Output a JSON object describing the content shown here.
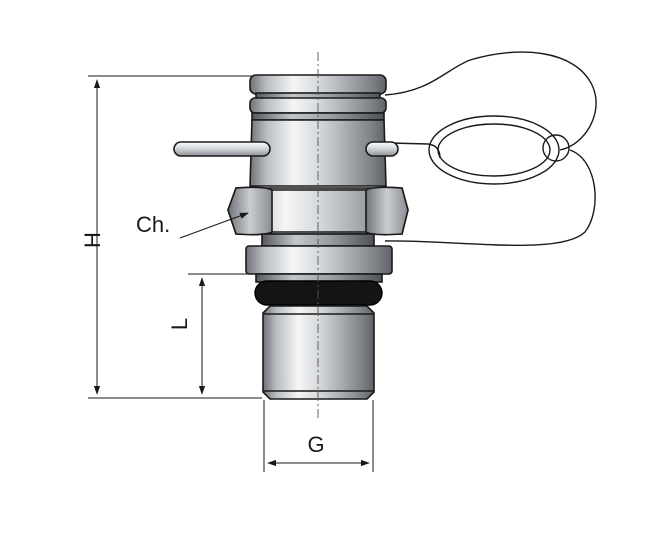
{
  "labels": {
    "height": "H",
    "hex": "Ch.",
    "length": "L",
    "thread": "G"
  }
}
